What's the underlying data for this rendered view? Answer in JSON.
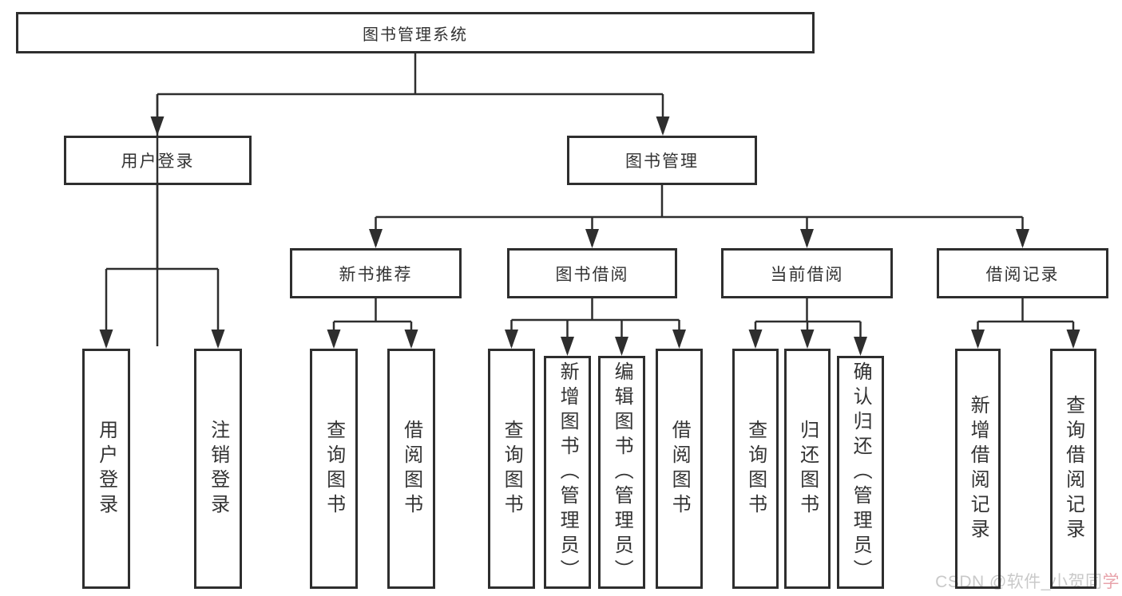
{
  "colors": {
    "line": "#2e2e2e",
    "box_border": "#2e2e2e",
    "text": "#333333",
    "watermark_gray": "#c9c9c9",
    "watermark_pink": "#e8a3ab"
  },
  "tree": {
    "label": "图书管理系统",
    "children": [
      {
        "label": "用户登录",
        "children": [
          {
            "label": "用户登录"
          },
          {
            "label": "注销登录"
          }
        ]
      },
      {
        "label": "图书管理",
        "children": [
          {
            "label": "新书推荐",
            "children": [
              {
                "label": "查询图书"
              },
              {
                "label": "借阅图书"
              }
            ]
          },
          {
            "label": "图书借阅",
            "children": [
              {
                "label": "查询图书"
              },
              {
                "label": "新增图书（管理员）"
              },
              {
                "label": "编辑图书（管理员）"
              },
              {
                "label": "借阅图书"
              }
            ]
          },
          {
            "label": "当前借阅",
            "children": [
              {
                "label": "查询图书"
              },
              {
                "label": "归还图书"
              },
              {
                "label": "确认归还（管理员）"
              }
            ]
          },
          {
            "label": "借阅记录",
            "children": [
              {
                "label": "新增借阅记录"
              },
              {
                "label": "查询借阅记录"
              }
            ]
          }
        ]
      }
    ]
  },
  "watermark": {
    "gray_part": "CSDN @软件_小贺同",
    "pink_part": "学"
  }
}
